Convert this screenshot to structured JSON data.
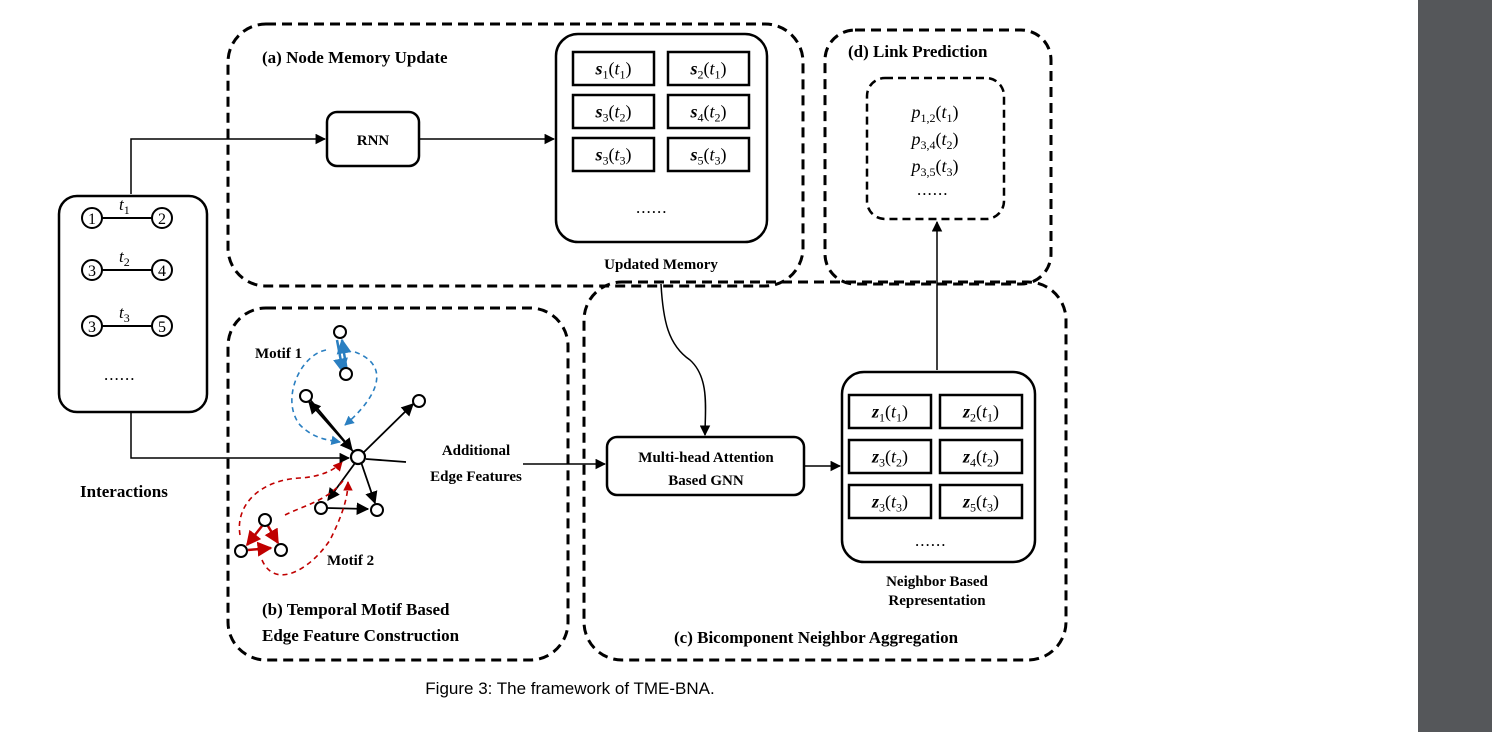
{
  "colors": {
    "sidebar": "#55575a",
    "motif1": "#2a7fc1",
    "motif2": "#c00000"
  },
  "caption": "Figure 3: The framework of TME-BNA.",
  "interactions": {
    "label": "Interactions",
    "pairs": [
      {
        "a": "1",
        "b": "2",
        "t": "t",
        "sub": "1"
      },
      {
        "a": "3",
        "b": "4",
        "t": "t",
        "sub": "2"
      },
      {
        "a": "3",
        "b": "5",
        "t": "t",
        "sub": "3"
      }
    ],
    "more": "......"
  },
  "panel_a": {
    "title": "(a) Node Memory Update",
    "rnn": "RNN",
    "memory_label": "Updated Memory",
    "memory": [
      {
        "sym": "s",
        "i": "1",
        "t": "1"
      },
      {
        "sym": "s",
        "i": "2",
        "t": "1"
      },
      {
        "sym": "s",
        "i": "3",
        "t": "2"
      },
      {
        "sym": "s",
        "i": "4",
        "t": "2"
      },
      {
        "sym": "s",
        "i": "3",
        "t": "3"
      },
      {
        "sym": "s",
        "i": "5",
        "t": "3"
      }
    ],
    "more": "......"
  },
  "panel_b": {
    "title_line1": "(b) Temporal Motif Based",
    "title_line2": "Edge Feature Construction",
    "motif1": "Motif 1",
    "motif2": "Motif 2",
    "edge_feat_line1": "Additional",
    "edge_feat_line2": "Edge Features"
  },
  "panel_c": {
    "title": "(c) Bicomponent Neighbor Aggregation",
    "gnn_line1": "Multi-head Attention",
    "gnn_line2": "Based GNN",
    "repr_line1": "Neighbor Based",
    "repr_line2": "Representation",
    "reprs": [
      {
        "sym": "z",
        "i": "1",
        "t": "1"
      },
      {
        "sym": "z",
        "i": "2",
        "t": "1"
      },
      {
        "sym": "z",
        "i": "3",
        "t": "2"
      },
      {
        "sym": "z",
        "i": "4",
        "t": "2"
      },
      {
        "sym": "z",
        "i": "3",
        "t": "3"
      },
      {
        "sym": "z",
        "i": "5",
        "t": "3"
      }
    ],
    "more": "......"
  },
  "panel_d": {
    "title": "(d) Link Prediction",
    "preds": [
      {
        "p": "p",
        "sub": "1,2",
        "t": "1"
      },
      {
        "p": "p",
        "sub": "3,4",
        "t": "2"
      },
      {
        "p": "p",
        "sub": "3,5",
        "t": "3"
      }
    ],
    "more": "......"
  }
}
